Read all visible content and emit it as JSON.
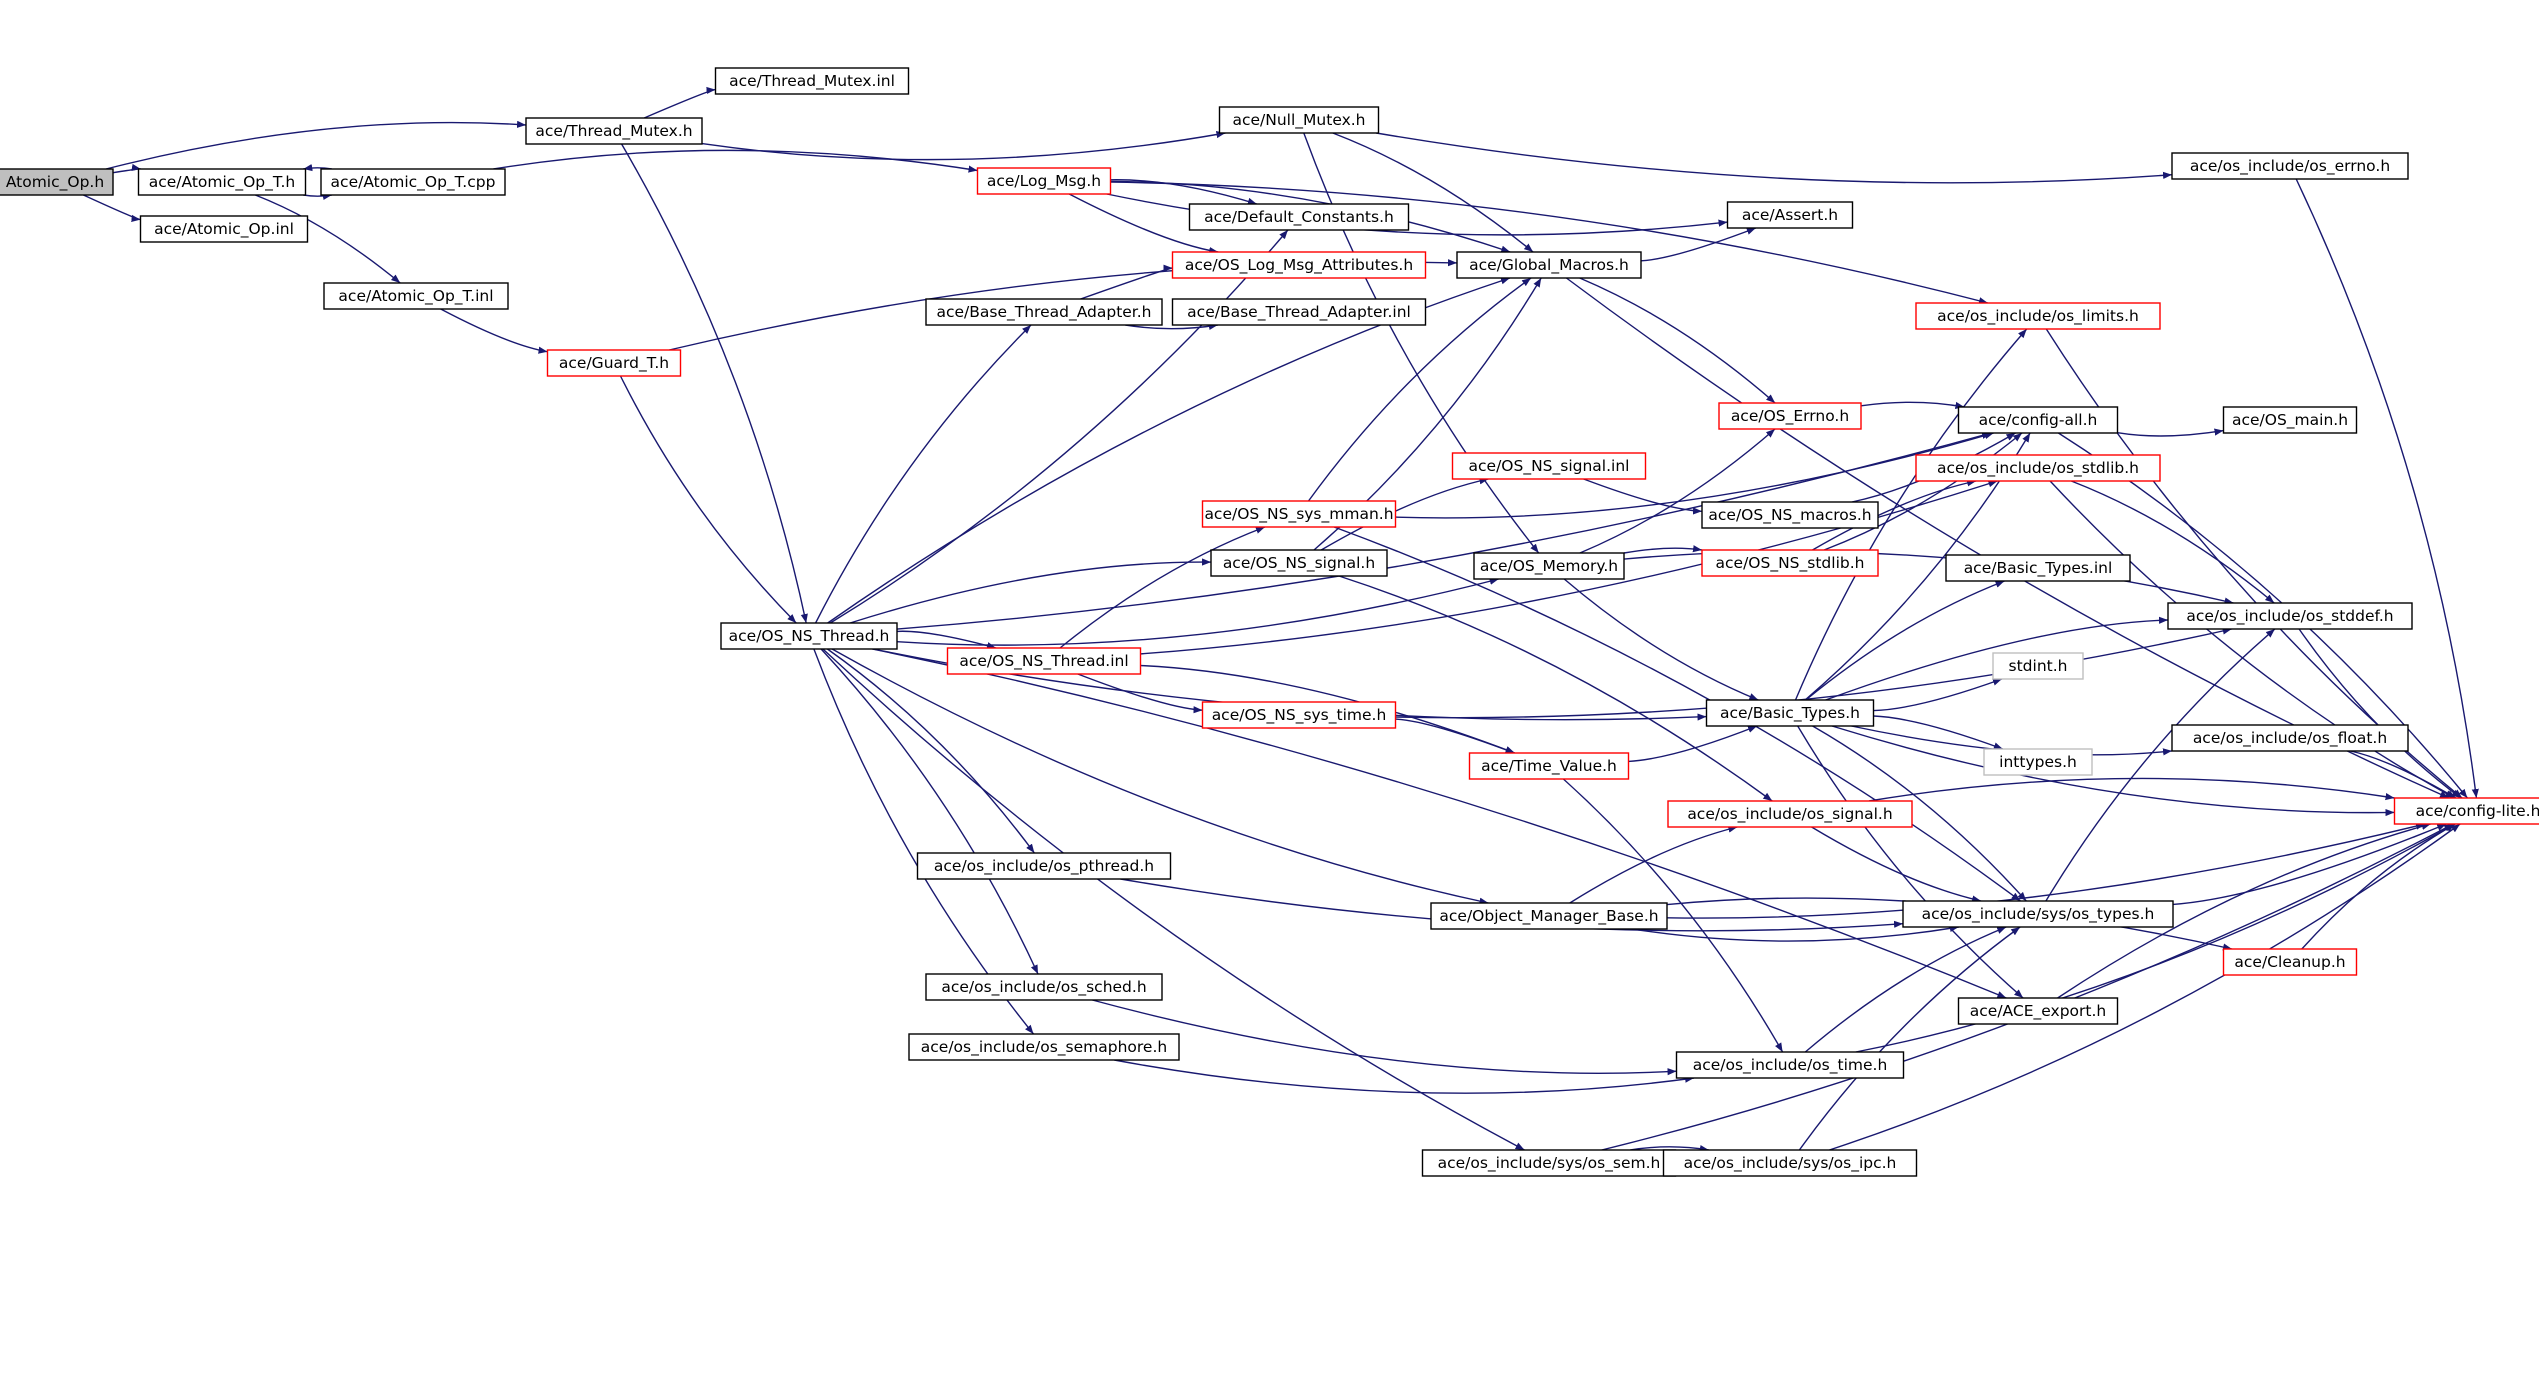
{
  "graph": {
    "title": "",
    "colors": {
      "edge": "#191970",
      "root_fill": "#bfbfbf",
      "node_stroke": "#000000",
      "node_red": "#ff0000",
      "node_grey": "#bfbfbf"
    },
    "nodes": [
      {
        "id": "atomic_op_h",
        "label": "Atomic_Op.h",
        "kind": "root"
      },
      {
        "id": "atomic_op_t_h",
        "label": "ace/Atomic_Op_T.h",
        "kind": "black"
      },
      {
        "id": "atomic_op_inl",
        "label": "ace/Atomic_Op.inl",
        "kind": "black"
      },
      {
        "id": "atomic_op_t_cpp",
        "label": "ace/Atomic_Op_T.cpp",
        "kind": "black"
      },
      {
        "id": "atomic_op_t_inl",
        "label": "ace/Atomic_Op_T.inl",
        "kind": "black"
      },
      {
        "id": "guard_t_h",
        "label": "ace/Guard_T.h",
        "kind": "red"
      },
      {
        "id": "thread_mutex_h",
        "label": "ace/Thread_Mutex.h",
        "kind": "black"
      },
      {
        "id": "thread_mutex_inl",
        "label": "ace/Thread_Mutex.inl",
        "kind": "black"
      },
      {
        "id": "null_mutex_h",
        "label": "ace/Null_Mutex.h",
        "kind": "black"
      },
      {
        "id": "log_msg_h",
        "label": "ace/Log_Msg.h",
        "kind": "red"
      },
      {
        "id": "default_constants_h",
        "label": "ace/Default_Constants.h",
        "kind": "black"
      },
      {
        "id": "os_log_msg_attributes_h",
        "label": "ace/OS_Log_Msg_Attributes.h",
        "kind": "red"
      },
      {
        "id": "base_thread_adapter_h",
        "label": "ace/Base_Thread_Adapter.h",
        "kind": "black"
      },
      {
        "id": "base_thread_adapter_inl",
        "label": "ace/Base_Thread_Adapter.inl",
        "kind": "black"
      },
      {
        "id": "global_macros_h",
        "label": "ace/Global_Macros.h",
        "kind": "black"
      },
      {
        "id": "assert_h",
        "label": "ace/Assert.h",
        "kind": "black"
      },
      {
        "id": "os_errno_h",
        "label": "ace/os_include/os_errno.h",
        "kind": "black"
      },
      {
        "id": "os_limits_h",
        "label": "ace/os_include/os_limits.h",
        "kind": "red"
      },
      {
        "id": "os_ns_thread_h",
        "label": "ace/OS_NS_Thread.h",
        "kind": "black"
      },
      {
        "id": "os_errno_ace_h",
        "label": "ace/OS_Errno.h",
        "kind": "red"
      },
      {
        "id": "config_all_h",
        "label": "ace/config-all.h",
        "kind": "black"
      },
      {
        "id": "os_main_h",
        "label": "ace/OS_main.h",
        "kind": "black"
      },
      {
        "id": "os_ns_signal_inl",
        "label": "ace/OS_NS_signal.inl",
        "kind": "red"
      },
      {
        "id": "os_ns_sys_mman_h",
        "label": "ace/OS_NS_sys_mman.h",
        "kind": "red"
      },
      {
        "id": "os_ns_macros_h",
        "label": "ace/OS_NS_macros.h",
        "kind": "black"
      },
      {
        "id": "os_stdlib_h",
        "label": "ace/os_include/os_stdlib.h",
        "kind": "red"
      },
      {
        "id": "os_ns_signal_h",
        "label": "ace/OS_NS_signal.h",
        "kind": "black"
      },
      {
        "id": "os_memory_h",
        "label": "ace/OS_Memory.h",
        "kind": "black"
      },
      {
        "id": "os_ns_stdlib_h",
        "label": "ace/OS_NS_stdlib.h",
        "kind": "red"
      },
      {
        "id": "basic_types_inl",
        "label": "ace/Basic_Types.inl",
        "kind": "black"
      },
      {
        "id": "os_stddef_h",
        "label": "ace/os_include/os_stddef.h",
        "kind": "black"
      },
      {
        "id": "os_ns_thread_inl",
        "label": "ace/OS_NS_Thread.inl",
        "kind": "red"
      },
      {
        "id": "stdint_h",
        "label": "stdint.h",
        "kind": "grey"
      },
      {
        "id": "os_ns_sys_time_h",
        "label": "ace/OS_NS_sys_time.h",
        "kind": "red"
      },
      {
        "id": "basic_types_h",
        "label": "ace/Basic_Types.h",
        "kind": "black"
      },
      {
        "id": "os_float_h",
        "label": "ace/os_include/os_float.h",
        "kind": "black"
      },
      {
        "id": "time_value_h",
        "label": "ace/Time_Value.h",
        "kind": "red"
      },
      {
        "id": "inttypes_h",
        "label": "inttypes.h",
        "kind": "grey"
      },
      {
        "id": "config_lite_h",
        "label": "ace/config-lite.h",
        "kind": "red"
      },
      {
        "id": "os_signal_h",
        "label": "ace/os_include/os_signal.h",
        "kind": "red"
      },
      {
        "id": "os_pthread_h",
        "label": "ace/os_include/os_pthread.h",
        "kind": "black"
      },
      {
        "id": "object_manager_base_h",
        "label": "ace/Object_Manager_Base.h",
        "kind": "black"
      },
      {
        "id": "sys_os_types_h",
        "label": "ace/os_include/sys/os_types.h",
        "kind": "black"
      },
      {
        "id": "cleanup_h",
        "label": "ace/Cleanup.h",
        "kind": "red"
      },
      {
        "id": "os_sched_h",
        "label": "ace/os_include/os_sched.h",
        "kind": "black"
      },
      {
        "id": "ace_export_h",
        "label": "ace/ACE_export.h",
        "kind": "black"
      },
      {
        "id": "os_semaphore_h",
        "label": "ace/os_include/os_semaphore.h",
        "kind": "black"
      },
      {
        "id": "os_time_h",
        "label": "ace/os_include/os_time.h",
        "kind": "black"
      },
      {
        "id": "sys_os_sem_h",
        "label": "ace/os_include/sys/os_sem.h",
        "kind": "black"
      },
      {
        "id": "sys_os_ipc_h",
        "label": "ace/os_include/sys/os_ipc.h",
        "kind": "black"
      }
    ],
    "edges": [
      [
        "atomic_op_h",
        "atomic_op_t_h"
      ],
      [
        "atomic_op_h",
        "atomic_op_inl"
      ],
      [
        "atomic_op_h",
        "thread_mutex_h"
      ],
      [
        "atomic_op_t_h",
        "atomic_op_t_cpp"
      ],
      [
        "atomic_op_t_h",
        "atomic_op_t_inl"
      ],
      [
        "atomic_op_t_cpp",
        "atomic_op_t_h"
      ],
      [
        "atomic_op_t_cpp",
        "log_msg_h"
      ],
      [
        "atomic_op_t_inl",
        "guard_t_h"
      ],
      [
        "guard_t_h",
        "global_macros_h"
      ],
      [
        "guard_t_h",
        "os_ns_thread_h"
      ],
      [
        "thread_mutex_h",
        "thread_mutex_inl"
      ],
      [
        "thread_mutex_h",
        "null_mutex_h"
      ],
      [
        "thread_mutex_h",
        "os_ns_thread_h"
      ],
      [
        "null_mutex_h",
        "os_errno_h"
      ],
      [
        "null_mutex_h",
        "global_macros_h"
      ],
      [
        "null_mutex_h",
        "os_memory_h"
      ],
      [
        "log_msg_h",
        "default_constants_h"
      ],
      [
        "log_msg_h",
        "os_log_msg_attributes_h"
      ],
      [
        "log_msg_h",
        "global_macros_h"
      ],
      [
        "log_msg_h",
        "assert_h"
      ],
      [
        "log_msg_h",
        "os_limits_h"
      ],
      [
        "base_thread_adapter_h",
        "base_thread_adapter_inl"
      ],
      [
        "base_thread_adapter_h",
        "os_log_msg_attributes_h"
      ],
      [
        "global_macros_h",
        "assert_h"
      ],
      [
        "global_macros_h",
        "os_errno_ace_h"
      ],
      [
        "global_macros_h",
        "config_lite_h"
      ],
      [
        "os_errno_h",
        "config_lite_h"
      ],
      [
        "os_limits_h",
        "config_lite_h"
      ],
      [
        "os_ns_thread_h",
        "base_thread_adapter_h"
      ],
      [
        "os_ns_thread_h",
        "default_constants_h"
      ],
      [
        "os_ns_thread_h",
        "global_macros_h"
      ],
      [
        "os_ns_thread_h",
        "config_all_h"
      ],
      [
        "os_ns_thread_h",
        "os_ns_signal_h"
      ],
      [
        "os_ns_thread_h",
        "os_memory_h"
      ],
      [
        "os_ns_thread_h",
        "os_ns_thread_inl"
      ],
      [
        "os_ns_thread_h",
        "basic_types_h"
      ],
      [
        "os_ns_thread_h",
        "os_pthread_h"
      ],
      [
        "os_ns_thread_h",
        "object_manager_base_h"
      ],
      [
        "os_ns_thread_h",
        "os_sched_h"
      ],
      [
        "os_ns_thread_h",
        "os_semaphore_h"
      ],
      [
        "os_ns_thread_h",
        "ace_export_h"
      ],
      [
        "os_ns_thread_h",
        "sys_os_sem_h"
      ],
      [
        "os_errno_ace_h",
        "config_all_h"
      ],
      [
        "config_all_h",
        "os_main_h"
      ],
      [
        "config_all_h",
        "config_lite_h"
      ],
      [
        "os_ns_signal_inl",
        "os_ns_macros_h"
      ],
      [
        "os_ns_sys_mman_h",
        "global_macros_h"
      ],
      [
        "os_ns_sys_mman_h",
        "config_all_h"
      ],
      [
        "os_ns_sys_mman_h",
        "sys_os_types_h"
      ],
      [
        "os_ns_macros_h",
        "config_all_h"
      ],
      [
        "os_stdlib_h",
        "os_stddef_h"
      ],
      [
        "os_stdlib_h",
        "config_lite_h"
      ],
      [
        "os_ns_signal_h",
        "os_ns_signal_inl"
      ],
      [
        "os_ns_signal_h",
        "global_macros_h"
      ],
      [
        "os_ns_signal_h",
        "os_signal_h"
      ],
      [
        "os_memory_h",
        "os_errno_ace_h"
      ],
      [
        "os_memory_h",
        "os_ns_stdlib_h"
      ],
      [
        "os_memory_h",
        "basic_types_h"
      ],
      [
        "os_memory_h",
        "os_stddef_h"
      ],
      [
        "os_ns_stdlib_h",
        "config_all_h"
      ],
      [
        "os_ns_stdlib_h",
        "os_stdlib_h"
      ],
      [
        "os_stddef_h",
        "config_lite_h"
      ],
      [
        "os_ns_thread_inl",
        "os_ns_sys_mman_h"
      ],
      [
        "os_ns_thread_inl",
        "os_ns_sys_time_h"
      ],
      [
        "os_ns_thread_inl",
        "time_value_h"
      ],
      [
        "os_ns_thread_inl",
        "os_stdlib_h"
      ],
      [
        "os_ns_sys_time_h",
        "time_value_h"
      ],
      [
        "os_ns_sys_time_h",
        "os_stddef_h"
      ],
      [
        "basic_types_h",
        "basic_types_inl"
      ],
      [
        "basic_types_h",
        "stdint_h"
      ],
      [
        "basic_types_h",
        "inttypes_h"
      ],
      [
        "basic_types_h",
        "os_float_h"
      ],
      [
        "basic_types_h",
        "os_stddef_h"
      ],
      [
        "basic_types_h",
        "config_lite_h"
      ],
      [
        "basic_types_h",
        "os_limits_h"
      ],
      [
        "basic_types_h",
        "config_all_h"
      ],
      [
        "basic_types_h",
        "sys_os_types_h"
      ],
      [
        "basic_types_h",
        "ace_export_h"
      ],
      [
        "os_float_h",
        "config_lite_h"
      ],
      [
        "time_value_h",
        "basic_types_h"
      ],
      [
        "time_value_h",
        "os_time_h"
      ],
      [
        "os_signal_h",
        "sys_os_types_h"
      ],
      [
        "os_signal_h",
        "config_lite_h"
      ],
      [
        "os_pthread_h",
        "sys_os_types_h"
      ],
      [
        "object_manager_base_h",
        "os_signal_h"
      ],
      [
        "object_manager_base_h",
        "sys_os_types_h"
      ],
      [
        "object_manager_base_h",
        "cleanup_h"
      ],
      [
        "object_manager_base_h",
        "config_lite_h"
      ],
      [
        "sys_os_types_h",
        "os_stddef_h"
      ],
      [
        "sys_os_types_h",
        "config_lite_h"
      ],
      [
        "cleanup_h",
        "config_lite_h"
      ],
      [
        "os_sched_h",
        "os_time_h"
      ],
      [
        "ace_export_h",
        "config_lite_h"
      ],
      [
        "os_semaphore_h",
        "os_time_h"
      ],
      [
        "os_time_h",
        "sys_os_types_h"
      ],
      [
        "os_time_h",
        "config_lite_h"
      ],
      [
        "sys_os_sem_h",
        "sys_os_ipc_h"
      ],
      [
        "sys_os_sem_h",
        "config_lite_h"
      ],
      [
        "sys_os_ipc_h",
        "sys_os_types_h"
      ],
      [
        "sys_os_ipc_h",
        "config_lite_h"
      ]
    ]
  }
}
